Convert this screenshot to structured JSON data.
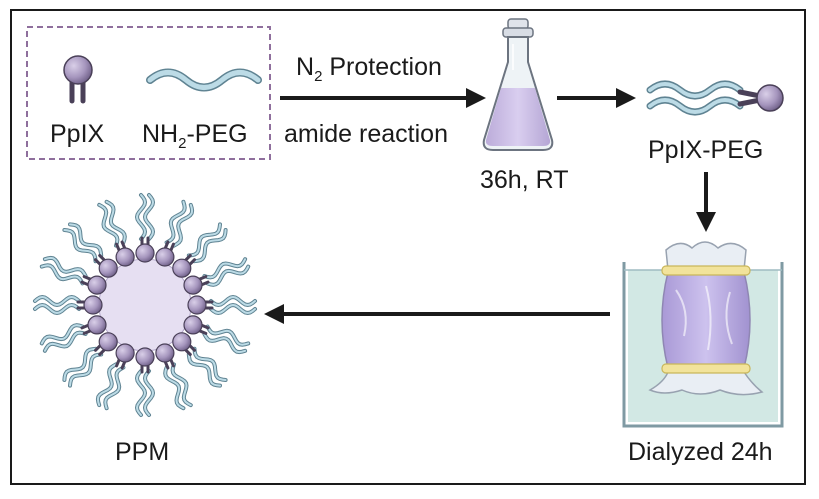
{
  "labels": {
    "ppix": "PpIX",
    "nh2_peg_prefix": "NH",
    "nh2_peg_sub": "2",
    "nh2_peg_suffix": "-PEG",
    "n2_prefix": "N",
    "n2_sub": "2",
    "n2_suffix": " Protection",
    "amide_reaction": "amide reaction",
    "condition": "36h, RT",
    "ppix_peg": "PpIX-PEG",
    "dialyzed": "Dialyzed 24h",
    "ppm": "PPM"
  },
  "colors": {
    "frame": "#1a1a1a",
    "dashed_box": "#8f6f9d",
    "peg_strand": "#aecfdc",
    "peg_outline": "#5f8392",
    "ppix_head": "#9c8bb2",
    "ppix_tail": "#5a4f68",
    "flask_liquid": "#c7b8e0",
    "water": "#cfe6e3",
    "bag_band": "#f2e39b"
  },
  "icons": {
    "ppix": "ppix-molecule-icon",
    "peg": "peg-strand-icon",
    "flask": "flask-icon",
    "conjugate": "ppix-peg-conjugate-icon",
    "dialysis": "dialysis-beaker-icon",
    "micelle": "micelle-icon"
  }
}
